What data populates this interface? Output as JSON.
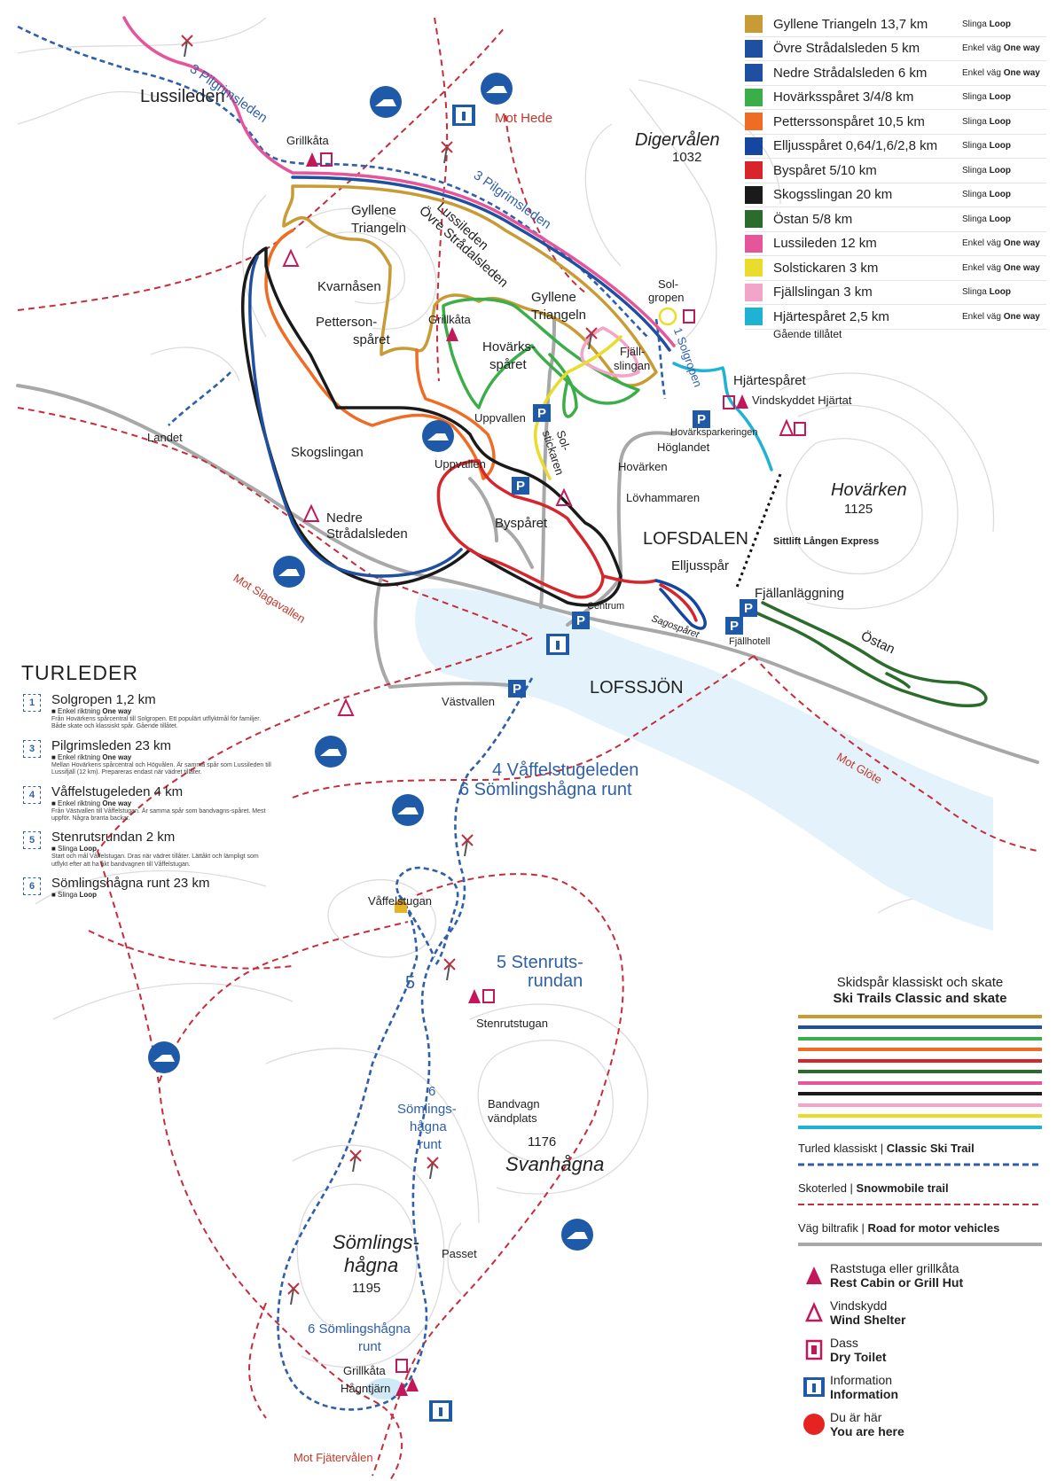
{
  "legend_trails": [
    {
      "name": "Gyllene Triangeln 13,7 km",
      "type": "Slinga",
      "type_en": "Loop",
      "color": "#c89b35"
    },
    {
      "name": "Övre Strådalsleden 5 km",
      "type": "Enkel väg",
      "type_en": "One way",
      "color": "#1f4fa0"
    },
    {
      "name": "Nedre Strådalsleden 6 km",
      "type": "Enkel väg",
      "type_en": "One way",
      "color": "#1f4fa0"
    },
    {
      "name": "Hovärksspåret 3/4/8 km",
      "type": "Slinga",
      "type_en": "Loop",
      "color": "#3cae49"
    },
    {
      "name": "Petterssonspåret 10,5 km",
      "type": "Slinga",
      "type_en": "Loop",
      "color": "#ef6c24"
    },
    {
      "name": "Elljusspåret 0,64/1,6/2,8 km",
      "type": "Slinga",
      "type_en": "Loop",
      "color": "#1546a0"
    },
    {
      "name": "Byspåret 5/10 km",
      "type": "Slinga",
      "type_en": "Loop",
      "color": "#d6262b"
    },
    {
      "name": "Skogsslingan 20 km",
      "type": "Slinga",
      "type_en": "Loop",
      "color": "#1a1a1a"
    },
    {
      "name": "Östan 5/8 km",
      "type": "Slinga",
      "type_en": "Loop",
      "color": "#2b6b2b"
    },
    {
      "name": "Lussileden 12 km",
      "type": "Enkel väg",
      "type_en": "One way",
      "color": "#e6559a"
    },
    {
      "name": "Solstickaren 3 km",
      "type": "Enkel väg",
      "type_en": "One way",
      "color": "#e9dc2b"
    },
    {
      "name": "Fjällslingan 3 km",
      "type": "Slinga",
      "type_en": "Loop",
      "color": "#f2a5c9"
    },
    {
      "name": "Hjärtespåret 2,5 km",
      "type": "Enkel väg",
      "type_en": "One way",
      "color": "#1eb2d4"
    }
  ],
  "legend_trail_note": "Gående tillåtet",
  "turleder": {
    "heading": "TURLEDER",
    "items": [
      {
        "num": "1",
        "title": "Solgropen 1,2 km",
        "type": "Enkel riktning",
        "type_en": "One way",
        "desc": "Från Hovärkens spårcentral till Solgropen. Ett populärt utflyktmål för familjer. Både skate och klassiskt spår. Gående tillåtet."
      },
      {
        "num": "3",
        "title": "Pilgrimsleden 23 km",
        "type": "Enkel riktning",
        "type_en": "One way",
        "desc": "Mellan Hovärkens spårcentral och Högvålen. Är samma spår som Lussileden till Lussifjäll (12 km). Prepareras endast när vädret tillåter."
      },
      {
        "num": "4",
        "title": "Våffelstugeleden 4 km",
        "type": "Enkel riktning",
        "type_en": "One way",
        "desc": "Från Västvallen till Våffelstugan. Är samma spår som bandvagns-spåret. Mest uppför. Några branta backar."
      },
      {
        "num": "5",
        "title": "Stenrutsrundan 2 km",
        "type": "Slinga",
        "type_en": "Loop",
        "desc": "Start och mål Våffelstugan. Dras när vädret tillåter. Lättåkt och lämpligt som utflykt efter att ha åkt bandvagnen till Våffelstugan."
      },
      {
        "num": "6",
        "title": "Sömlingshågna runt 23 km",
        "type": "Slinga",
        "type_en": "Loop",
        "desc": ""
      }
    ]
  },
  "legend_bottom": {
    "heading_sv": "Skidspår klassiskt och skate",
    "heading_en": "Ski Trails Classic and skate",
    "lines": [
      "#c89b35",
      "#1f4fa0",
      "#3cae49",
      "#ef6c24",
      "#d6262b",
      "#2b6b2b",
      "#e6559a",
      "#1a1a1a",
      "#f2a5c9",
      "#e9dc2b",
      "#1eb2d4"
    ],
    "classic_sv": "Turled klassiskt |",
    "classic_en": "Classic Ski Trail",
    "snow_sv": "Skoterled |",
    "snow_en": "Snowmobile trail",
    "road_sv": "Väg biltrafik |",
    "road_en": "Road for motor vehicles",
    "symbols": [
      {
        "sv": "Raststuga eller grillkåta",
        "en": "Rest Cabin or Grill Hut",
        "icon": "rest-cabin-icon"
      },
      {
        "sv": "Vindskydd",
        "en": "Wind Shelter",
        "icon": "wind-shelter-icon"
      },
      {
        "sv": "Dass",
        "en": "Dry Toilet",
        "icon": "toilet-icon"
      },
      {
        "sv": "Information",
        "en": "Information",
        "icon": "info-icon"
      },
      {
        "sv": "Du är här",
        "en": "You are here",
        "icon": "you-are-here-icon"
      }
    ]
  },
  "places": {
    "lussileden": "Lussileden",
    "grillkata1": "Grillkåta",
    "mot_hede": "Mot Hede",
    "digervalen": "Digervålen",
    "digervalen_h": "1032",
    "pilgrimsleden_a": "3 Pilgrimsleden",
    "pilgrimsleden_b": "3 Pilgrimsleden",
    "gyllene1": "Gyllene",
    "triangeln1": "Triangeln",
    "lussileden2": "Lussileden",
    "ovre": "Övre Strådalsleden",
    "kvarnasen": "Kvarnåsen",
    "pettersson1": "Petterson-",
    "pettersson2": "spåret",
    "grillkata2": "Grillkåta",
    "gyllene2": "Gyllene",
    "triangeln2": "Triangeln",
    "solgropen1": "Sol-",
    "solgropen2": "gropen",
    "solgropen_trail": "1 Solgropen",
    "hovarks1": "Hovärks-",
    "hovarks2": "spåret",
    "fjall1": "Fjäll-",
    "fjall2": "slingan",
    "hjartesparet": "Hjärtespåret",
    "vindskyddet": "Vindskyddet Hjärtat",
    "hovarksparkeringen": "Hovärksparkeringen",
    "hoglandet": "Höglandet",
    "hovarken_village": "Hovärken",
    "hovarken_peak": "Hovärken",
    "hovarken_h": "1125",
    "uppvallen1": "Uppvallen",
    "uppvallen2": "Uppvallen",
    "landet": "Landet",
    "skogslingan": "Skogslingan",
    "sol1": "Sol-",
    "sol2": "stickaren",
    "lovhammaren": "Lövhammaren",
    "nedre1": "Nedre",
    "nedre2": "Strådalsleden",
    "bysparet": "Byspåret",
    "lofsdalen": "LOFSDALEN",
    "elljusspar": "Elljusspår",
    "sittlift": "Sittlift Lången Express",
    "fjallanlaggning": "Fjällanläggning",
    "centrum": "Centrum",
    "sagosparet": "Sagospåret",
    "fjallhotell": "Fjällhotell",
    "ostan": "Östan",
    "mot_slagavallen": "Mot Slagavallen",
    "lofssjon": "LOFSSJÖN",
    "vastvallen": "Västvallen",
    "vaffel_a": "4 Våffelstugeleden",
    "vaffel_b": "6 Sömlingshågna runt",
    "mot_glote": "Mot Glöte",
    "vaffelstugan": "Våffelstugan",
    "stenruts1": "5 Stenruts-",
    "stenruts2": "rundan",
    "five": "5",
    "stenrutstugan": "Stenrutstugan",
    "soml_a": "6",
    "soml_b": "Sömlings-",
    "soml_c": "hågna",
    "soml_d": "runt",
    "bandvagn1": "Bandvagn",
    "bandvagn2": "vändplats",
    "svan_h": "1176",
    "svanhagna": "Svanhågna",
    "somlingshagna1": "Sömlings-",
    "somlingshagna2": "hågna",
    "somlingshagna_h": "1195",
    "passet": "Passet",
    "soml_runt1": "6 Sömlingshågna",
    "soml_runt2": "runt",
    "grillkata3": "Grillkåta",
    "hagntjarn": "Hågntjärn",
    "mot_fjatervalen": "Mot Fjätervålen"
  },
  "colors": {
    "lake": "#e4f3fb",
    "road": "#a8a8a8",
    "contour": "#d8d8d8",
    "snowmobile": "#c62d3c",
    "classic": "#2f5fa8",
    "shelter": "#c2185b",
    "info": "#1e5aa8",
    "you_are_here": "#e52421"
  }
}
